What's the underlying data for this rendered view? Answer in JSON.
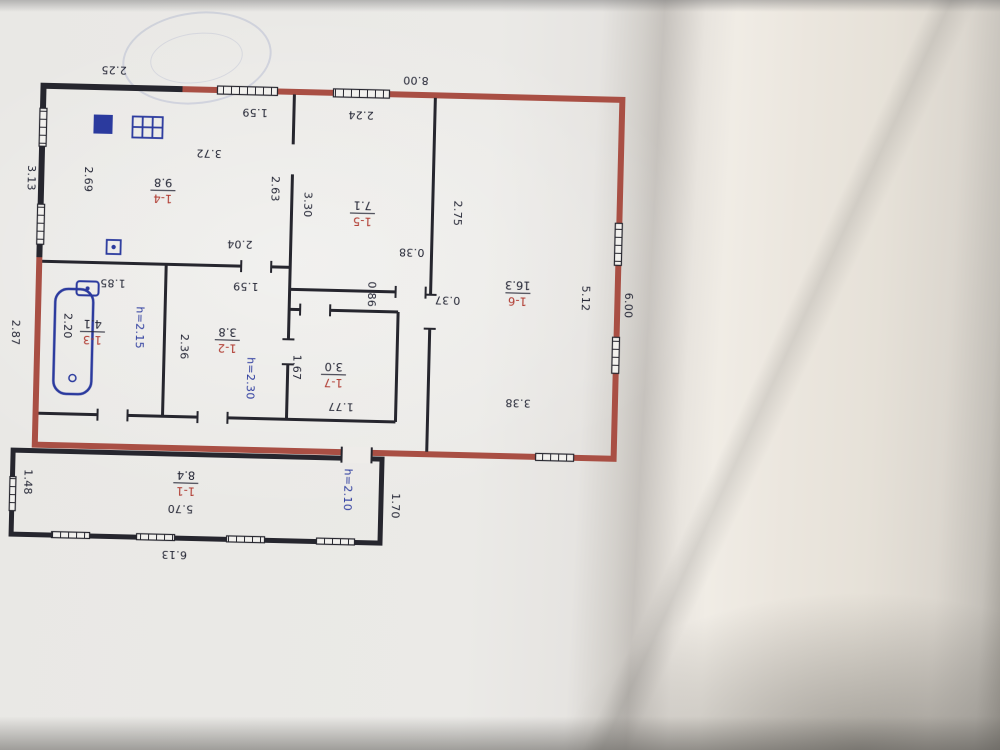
{
  "colors": {
    "wall_black": "#26262e",
    "outline_red": "#a94f44",
    "fixture_blue": "#2b3a9e",
    "room_number_red": "#b03a30",
    "paper": "#eceae7"
  },
  "rooms": [
    {
      "num": "1-1",
      "area": "8.4",
      "height": "h=2.10"
    },
    {
      "num": "1-2",
      "area": "3.8",
      "height": "h=2.30"
    },
    {
      "num": "1-3",
      "area": "4.1",
      "height": "h=2.15"
    },
    {
      "num": "1-4",
      "area": "9.8"
    },
    {
      "num": "1-5",
      "area": "7.1"
    },
    {
      "num": "1-6",
      "area": "16.3"
    },
    {
      "num": "1-7",
      "area": "3.0"
    }
  ],
  "dims": {
    "d225": "2.25",
    "d800": "8.00",
    "d313": "3.13",
    "d269": "2.69",
    "d159a": "1.59",
    "d372": "3.72",
    "d263": "2.63",
    "d224": "2.24",
    "d330": "3.30",
    "d275": "2.75",
    "d038": "0.38",
    "d086": "0.86",
    "d037": "0.37",
    "d512": "5.12",
    "d600": "6.00",
    "d204": "2.04",
    "d159b": "1.59",
    "d220": "2.20",
    "d185": "1.85",
    "d236": "2.36",
    "d167": "1.67",
    "d177": "1.77",
    "d338": "3.38",
    "d287": "2.87",
    "d148": "1.48",
    "d570": "5.70",
    "d613": "6.13",
    "d170": "1.70"
  }
}
